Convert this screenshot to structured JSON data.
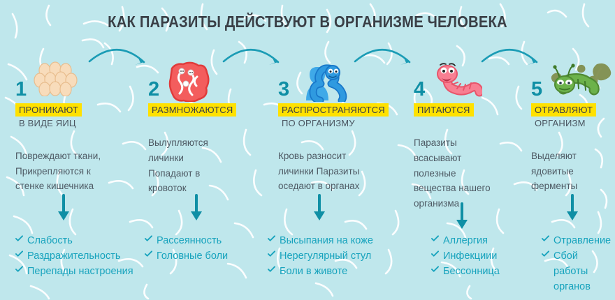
{
  "page": {
    "title": "КАК ПАРАЗИТЫ ДЕЙСТВУЮТ В ОРГАНИЗМЕ ЧЕЛОВЕКА",
    "background_color": "#bfe7ec",
    "accent_color": "#17a3bd",
    "number_color": "#0f8fa5",
    "highlight_color": "#ffe100",
    "text_color": "#4e5a64"
  },
  "steps": [
    {
      "number": "1",
      "icon": "eggs-cluster-icon",
      "label_highlight": "ПРОНИКАЮТ",
      "label_plain": "В ВИДЕ ЯИЦ",
      "description": "Повреждают ткани,\nПрикрепляются к\nстенке кишечника",
      "symptoms": [
        "Слабость",
        "Раздражительность",
        "Перепады настроения"
      ]
    },
    {
      "number": "2",
      "icon": "red-worms-in-tissue-icon",
      "label_highlight": "РАЗМНОЖАЮТСЯ",
      "label_plain": "",
      "description": "Вылупляются\nличинки\nПопадают в\nкровоток",
      "symptoms": [
        "Рассеянность",
        "Головные боли"
      ]
    },
    {
      "number": "3",
      "icon": "blue-worm-human-silhouette-icon",
      "label_highlight": "РАСПРОСТРАНЯЮТСЯ",
      "label_plain": "ПО ОРГАНИЗМУ",
      "description": "Кровь разносит\nличинки Паразиты\nоседают в органах",
      "symptoms": [
        "Высыпания на коже",
        "Нерегулярный стул",
        "Боли в животе"
      ]
    },
    {
      "number": "4",
      "icon": "pink-feeding-worm-icon",
      "label_highlight": "ПИТАЮТСЯ",
      "label_plain": "",
      "description": "Паразиты\nвсасывают\nполезные\nвещества нашего\nорганизма",
      "symptoms": [
        "Аллергия",
        "Инфекциии",
        "Бессонница"
      ]
    },
    {
      "number": "5",
      "icon": "green-caterpillar-toxin-icon",
      "label_highlight": "ОТРАВЛЯЮТ",
      "label_plain": "ОРГАНИЗМ",
      "description": "Выделяют\nядовитые\nферменты",
      "symptoms": [
        "Отравление",
        "Сбой\nработы\nорганов"
      ]
    }
  ]
}
